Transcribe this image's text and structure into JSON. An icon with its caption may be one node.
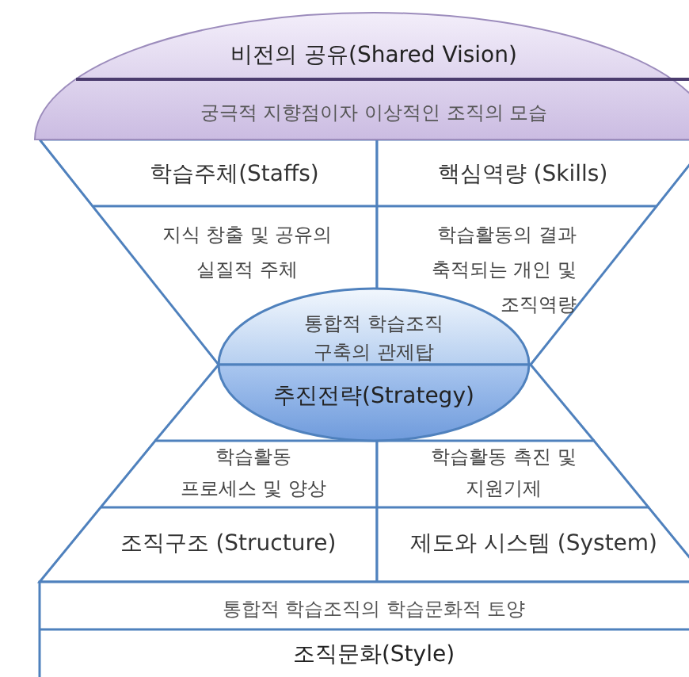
{
  "diagram": {
    "nodes": [
      {
        "text": [
          "비전의 공유(Shared Vision)",
          "궁극적 지향점이자 이상적인 조직의 모습"
        ]
      },
      {
        "text": [
          "학습주체(Staffs)",
          "지식 창출 및 공유의 실질적 주체"
        ]
      },
      {
        "text": [
          "핵심역량 (Skills)",
          "학습활동의 결과 축적되는 개인 및 조직역량"
        ]
      },
      {
        "text": [
          "통합적 학습조직 구축의 관제탑",
          "추진전략(Strategy)"
        ]
      },
      {
        "text": [
          "학습활동 프로세스 및 양상",
          "조직구조 (Structure)"
        ]
      },
      {
        "text": [
          "학습활동 촉진 및 지원기제",
          "제도와 시스템 (System)"
        ]
      },
      {
        "text": [
          "통합적 학습조직의 학습문화적 토양",
          "조직문화(Style)"
        ]
      }
    ]
  }
}
